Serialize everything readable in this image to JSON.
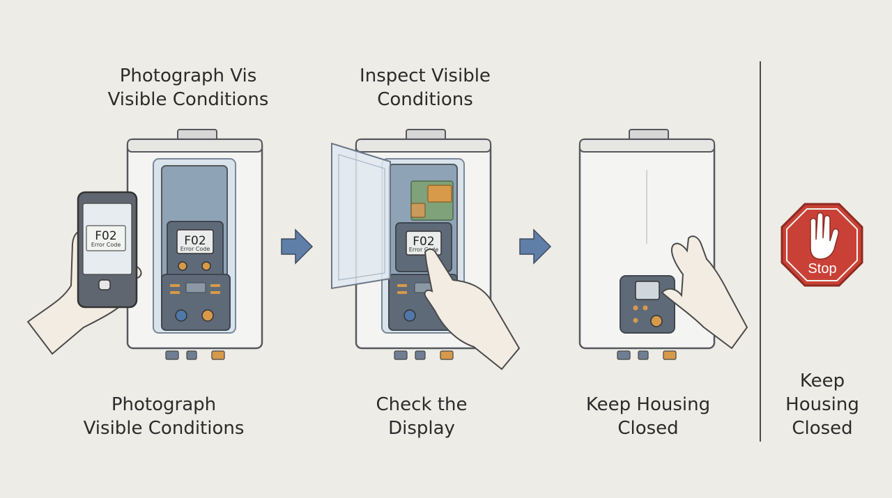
{
  "steps": [
    {
      "heading": "Photograph Vis\nVisible Conditions",
      "caption": "Photograph\nVisible Conditions",
      "display_code": "F02",
      "display_sub": "Error Code"
    },
    {
      "heading": "Inspect Visible\nConditions",
      "caption": "Check the\nDisplay",
      "display_code": "F02",
      "display_sub": "Error Code"
    },
    {
      "caption": "Keep Housing\nClosed"
    }
  ],
  "stop": {
    "sign_label": "Stop",
    "caption": "Keep\nHousing\nClosed"
  },
  "colors": {
    "stop_red": "#c94136",
    "metal": "#f4f4f2",
    "outline": "#55585e",
    "panel": "#5f6a78",
    "knob_orange": "#d69a4a",
    "knob_blue": "#4f78a8",
    "arrow": "#5f7fa8"
  },
  "icons": [
    "smartphone-icon",
    "hand-icon",
    "arrow-right-icon",
    "stop-sign-icon"
  ]
}
